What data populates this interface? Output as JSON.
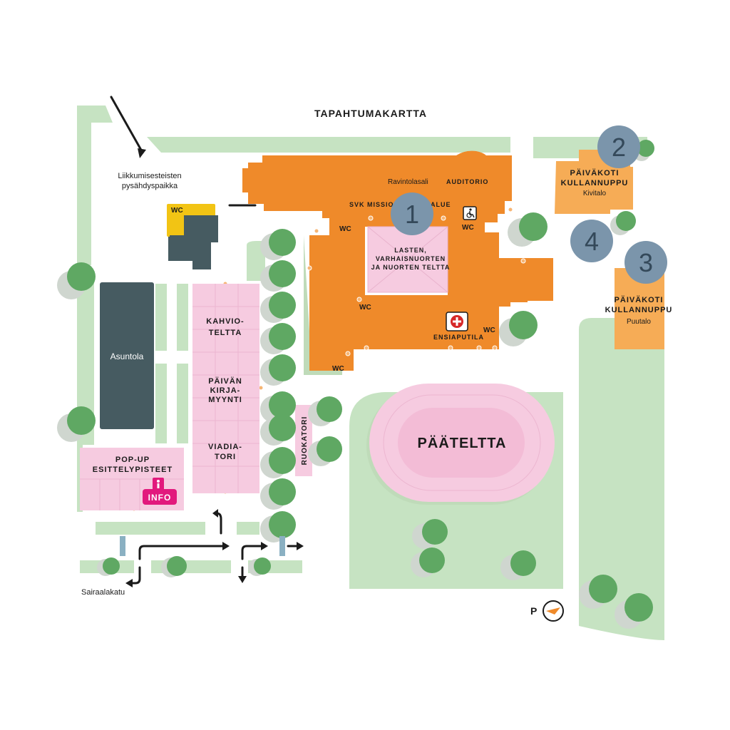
{
  "map": {
    "title": "TAPAHTUMAKARTTA",
    "colors": {
      "background": "#ffffff",
      "park": "#c6e3c2",
      "park_shadow": "#bfdbb9",
      "tree": "#5fa863",
      "tree_shadow": "#cfd6cf",
      "main_building": "#ef8a2a",
      "daycare": "#f6ac56",
      "tent": "#f6cbe0",
      "dark_building": "#465b61",
      "wc_building": "#f2c414",
      "marker": "#7b95ab",
      "info": "#e2197d",
      "first_aid": "#d62828"
    },
    "labels": {
      "accessible_parking": "Liikkumisesteisten",
      "accessible_parking_2": "pysähdyspaikka",
      "restaurant_hall": "Ravintolasali",
      "auditorium": "AUDITORIO",
      "svk_mission": "SVK MISSIO",
      "alue": "ALUE",
      "kids_tent_1": "LASTEN,",
      "kids_tent_2": "VARHAISNUORTEN",
      "kids_tent_3": "JA NUORTEN TELTTA",
      "first_aid": "ENSIAPUTILA",
      "cafe_1": "KAHVIO-",
      "cafe_2": "TELTTA",
      "book_1": "PÄIVÄN",
      "book_2": "KIRJA-",
      "book_3": "MYYNTI",
      "viadia_1": "VIADIA-",
      "viadia_2": "TORI",
      "popup_1": "POP-UP",
      "popup_2": "ESITTELYPISTEET",
      "info": "INFO",
      "food_square": "RUOKATORI",
      "main_tent": "PÄÄTELTTA",
      "hostel": "Asuntola",
      "daycare_a_1": "PÄIVÄKOTI",
      "daycare_a_2": "KULLANNUPPU",
      "daycare_a_3": "Kivitalo",
      "daycare_b_1": "PÄIVÄKOTI",
      "daycare_b_2": "KULLANNUPPU",
      "daycare_b_3": "Puutalo",
      "street": "Sairaalakatu",
      "parking": "P",
      "wc": "WC"
    },
    "markers": [
      "1",
      "2",
      "3",
      "4"
    ],
    "icons": [
      "wheelchair-icon",
      "first-aid-icon",
      "info-icon",
      "compass-icon",
      "arrow-icon",
      "tree-icon"
    ]
  }
}
